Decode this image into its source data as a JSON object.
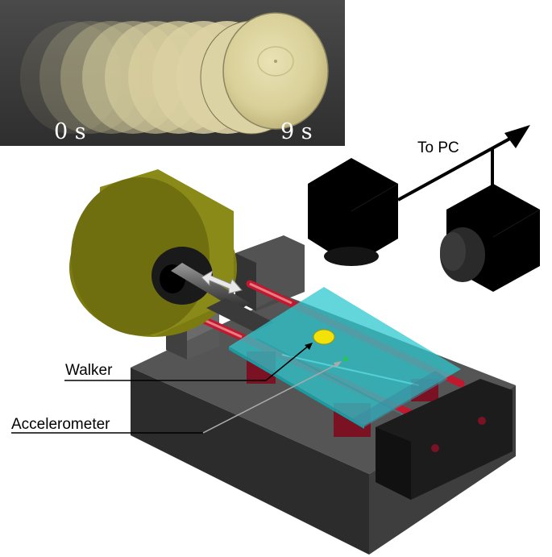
{
  "photo": {
    "label_start": "0 s",
    "label_end": "9 s"
  },
  "labels": {
    "to_pc": "To PC",
    "walker": "Walker",
    "accelerometer": "Accelerometer"
  },
  "colors": {
    "motor": "#8a8a18",
    "plate": "#2ec8cf",
    "rail": "#c0182e",
    "walker": "#f2e20a",
    "sensor": "#27c45a",
    "base": "#3c3c3c"
  },
  "icons": [
    "camera-icon",
    "camera-icon",
    "arrow-icon"
  ]
}
